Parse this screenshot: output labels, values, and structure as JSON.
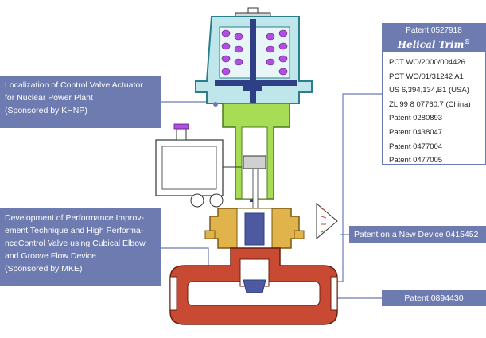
{
  "callouts": {
    "khnp": [
      "Localization of Control Valve Actuator",
      "for Nuclear Power Plant",
      "(Sponsored by KHNP)"
    ],
    "mke": [
      "Development of Performance Improv-",
      "ement Technique and High Performa-",
      "nceControl Valve using Cubical Elbow",
      "and Groove Flow Device",
      "(Sponsored by MKE)"
    ],
    "device": "Patent on a New Device 0415452",
    "patent_0894430": "Patent 0894430"
  },
  "patent_box": {
    "number": "Patent 0527918",
    "title": "Helical Trim",
    "registered_mark": "®",
    "items": [
      "PCT WO/2000/004426",
      "PCT WO/01/31242 A1",
      "US 6,394,134,B1 (USA)",
      "ZL 99 8 07760.7 (China)",
      "Patent 0280893",
      "Patent 0438047",
      "Patent 0477004",
      "Patent 0477005"
    ]
  },
  "colors": {
    "callout_bg": "#6d7bb0",
    "actuator_fill": "#bfe6ea",
    "yoke_fill": "#a6dd55",
    "stem_fill": "#2f3f86",
    "spring_fill": "#b24fe0",
    "bonnet_fill": "#e0b44a",
    "body_fill": "#c84a33"
  }
}
